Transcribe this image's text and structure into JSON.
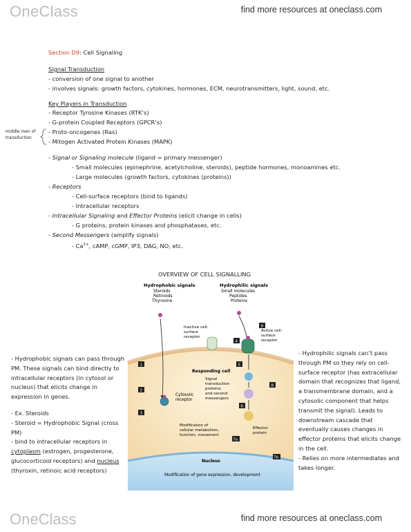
{
  "header": {
    "logo": "OneClass",
    "tagline": "find more resources at oneclass.com"
  },
  "footer": {
    "logo": "OneClass",
    "tagline": "find more resources at oneclass.com"
  },
  "section": {
    "label": "Section D9",
    "title": ": Cell Signaling"
  },
  "signal_transduction": {
    "heading": "Signal Transduction",
    "lines": [
      "- conversion of one signal to another",
      "- involves signals: growth factors, cytokines, hormones, ECM, neurotransmitters, light, sound, etc."
    ]
  },
  "key_players": {
    "heading": "Key Players in Transduction",
    "lines": [
      "- Receptor Tyrosine Kinases (RTK’s)",
      "- G-protein Coupled Receptors (GPCR’s)",
      "- Proto-oncogenes (Ras)",
      "- Mitogen Activated Protein Kinases (MAPK)"
    ],
    "side_note": [
      "middle men of",
      "transduction"
    ]
  },
  "molecules": {
    "l1a": "- ",
    "l1b": "Signal or Signaling molecule",
    "l1c": " (ligand = primary messenger)",
    "l2": "- Small molecules (epinephrine, acetylcholine, steroids), peptide hormones, monoamines etc.",
    "l3": "- Large molecules (growth factors, cytokines (proteins))",
    "l4a": "- ",
    "l4b": "Receptors",
    "l5": "- Cell-surface receptors (bind to ligands)",
    "l6": "- Intracellular receptors",
    "l7a": "- ",
    "l7b": "Intracellular Signaling",
    "l7c": " and ",
    "l7d": "Effector Proteins",
    "l7e": " (elicit change in cells)",
    "l8": "- G proteins, protein kinases and phosphatases, etc.",
    "l9a": "- ",
    "l9b": "Second Messengers",
    "l9c": " (amplify signals)",
    "l10a": "- Ca",
    "l10b": "2+",
    "l10c": ", cAMP, cGMP, IP3, DAG, NO, etc."
  },
  "overview_title": "OVERVIEW OF CELL SIGNALLING",
  "left_notes": {
    "p1": "- Hydrophobic signals can pass through PM. These signals can bind directly to intracellular receptors (in cytosol or nucleus) that elicits change in expression in genes.",
    "p2": "- Ex. Steroids",
    "p3": "- Steroid = Hydrophobic Signal (cross PM)",
    "p4a": "- bind to intracellular receptors in ",
    "p4b": "cytoplasm",
    "p4c": " (estrogen, progesterone, glucocorticoid receptors) and ",
    "p4d": "nucleus",
    "p4e": " (thyroxin, retinoic acid receptors)"
  },
  "right_notes": {
    "p1": "- Hydrophilic signals can’t pass through PM so they rely on cell-surface receptor (has extracellular domain that recognizes that ligand, a transmembrane domain, and a cytosolic component that helps transmit the signal). Leads to downstream cascade that eventually causes changes in effector proteins that elicits change in the cell.",
    "p2": "- Relies on more intermediates and takes longer."
  },
  "figure": {
    "hydrophobic_title": "Hydrophobic signals",
    "hydrophobic_items": [
      "Steroids",
      "Retinoids",
      "Thyroxine"
    ],
    "hydrophilic_title": "Hydrophilic signals",
    "hydrophilic_items": [
      "Small molecules",
      "Peptides",
      "Proteins"
    ],
    "inactive_receptor": [
      "Inactive cell-",
      "surface",
      "receptor"
    ],
    "active_receptor": [
      "Active cell-",
      "surface",
      "receptor"
    ],
    "responding_cell": "Responding cell",
    "cytosolic_receptor": [
      "Cytosolic",
      "receptor"
    ],
    "signal_transduction": [
      "Signal",
      "transduction",
      "proteins",
      "and second",
      "messengers"
    ],
    "modification": [
      "Modification of",
      "cellular metabolism,",
      "function, movement"
    ],
    "effector": [
      "Effector",
      "protein"
    ],
    "nucleus": "Nucleus",
    "gene_expression": "Modification of gene expression, development",
    "steps": [
      "1",
      "2",
      "3",
      "4",
      "5",
      "6",
      "7a",
      "7b",
      "8",
      "9"
    ]
  }
}
